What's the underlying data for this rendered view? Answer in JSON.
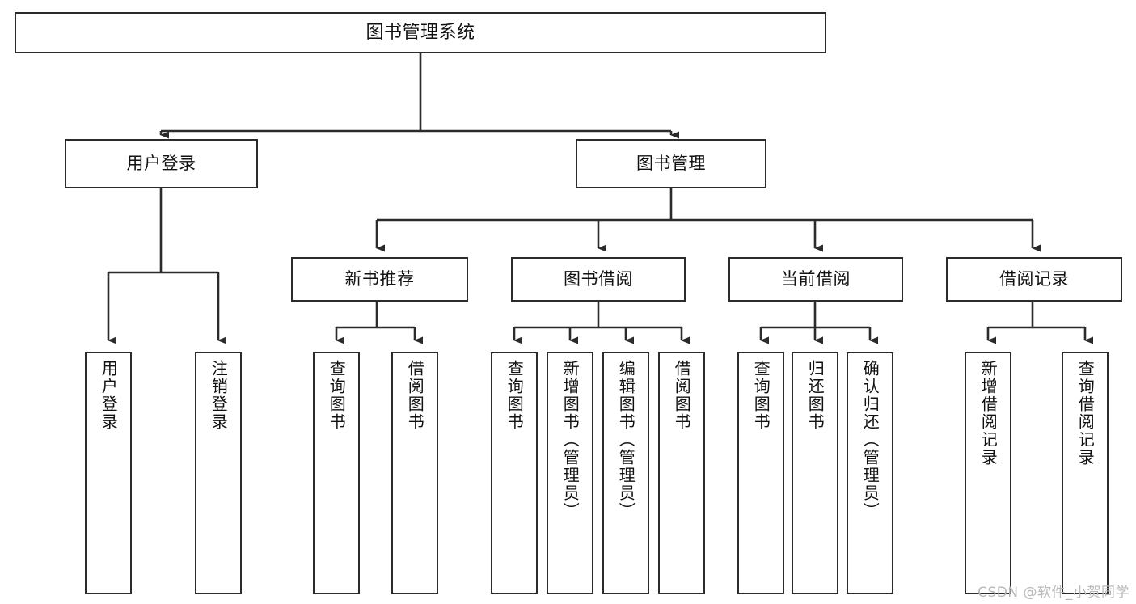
{
  "diagram": {
    "title": "图书管理系统",
    "type": "tree-hierarchy-chart",
    "stroke_color": "#2b2b2b",
    "fill_color": "#ffffff",
    "text_color": "#111111"
  },
  "nodes": {
    "root": {
      "label": "图书管理系统"
    },
    "level2": [
      {
        "label": "用户登录"
      },
      {
        "label": "图书管理"
      }
    ],
    "level3": [
      {
        "label": "新书推荐"
      },
      {
        "label": "图书借阅"
      },
      {
        "label": "当前借阅"
      },
      {
        "label": "借阅记录"
      }
    ],
    "leaves": [
      {
        "label": "用户登录"
      },
      {
        "label": "注销登录"
      },
      {
        "label": "查询图书"
      },
      {
        "label": "借阅图书"
      },
      {
        "label": "查询图书"
      },
      {
        "label": "新增图书（管理员）"
      },
      {
        "label": "编辑图书（管理员）"
      },
      {
        "label": "借阅图书"
      },
      {
        "label": "查询图书"
      },
      {
        "label": "归还图书"
      },
      {
        "label": "确认归还（管理员）"
      },
      {
        "label": "新增借阅记录"
      },
      {
        "label": "查询借阅记录"
      }
    ]
  },
  "watermark": {
    "text": "CSDN @软件_小贺同学"
  },
  "chart_data": {
    "type": "tree",
    "title": "图书管理系统",
    "root": "图书管理系统",
    "edges": [
      {
        "from": "图书管理系统",
        "to": "用户登录"
      },
      {
        "from": "图书管理系统",
        "to": "图书管理"
      },
      {
        "from": "用户登录",
        "to": "用户登录(功能)"
      },
      {
        "from": "用户登录",
        "to": "注销登录"
      },
      {
        "from": "图书管理",
        "to": "新书推荐"
      },
      {
        "from": "图书管理",
        "to": "图书借阅"
      },
      {
        "from": "图书管理",
        "to": "当前借阅"
      },
      {
        "from": "图书管理",
        "to": "借阅记录"
      },
      {
        "from": "新书推荐",
        "to": "查询图书"
      },
      {
        "from": "新书推荐",
        "to": "借阅图书"
      },
      {
        "from": "图书借阅",
        "to": "查询图书"
      },
      {
        "from": "图书借阅",
        "to": "新增图书（管理员）"
      },
      {
        "from": "图书借阅",
        "to": "编辑图书（管理员）"
      },
      {
        "from": "图书借阅",
        "to": "借阅图书"
      },
      {
        "from": "当前借阅",
        "to": "查询图书"
      },
      {
        "from": "当前借阅",
        "to": "归还图书"
      },
      {
        "from": "当前借阅",
        "to": "确认归还（管理员）"
      },
      {
        "from": "借阅记录",
        "to": "新增借阅记录"
      },
      {
        "from": "借阅记录",
        "to": "查询借阅记录"
      }
    ]
  }
}
